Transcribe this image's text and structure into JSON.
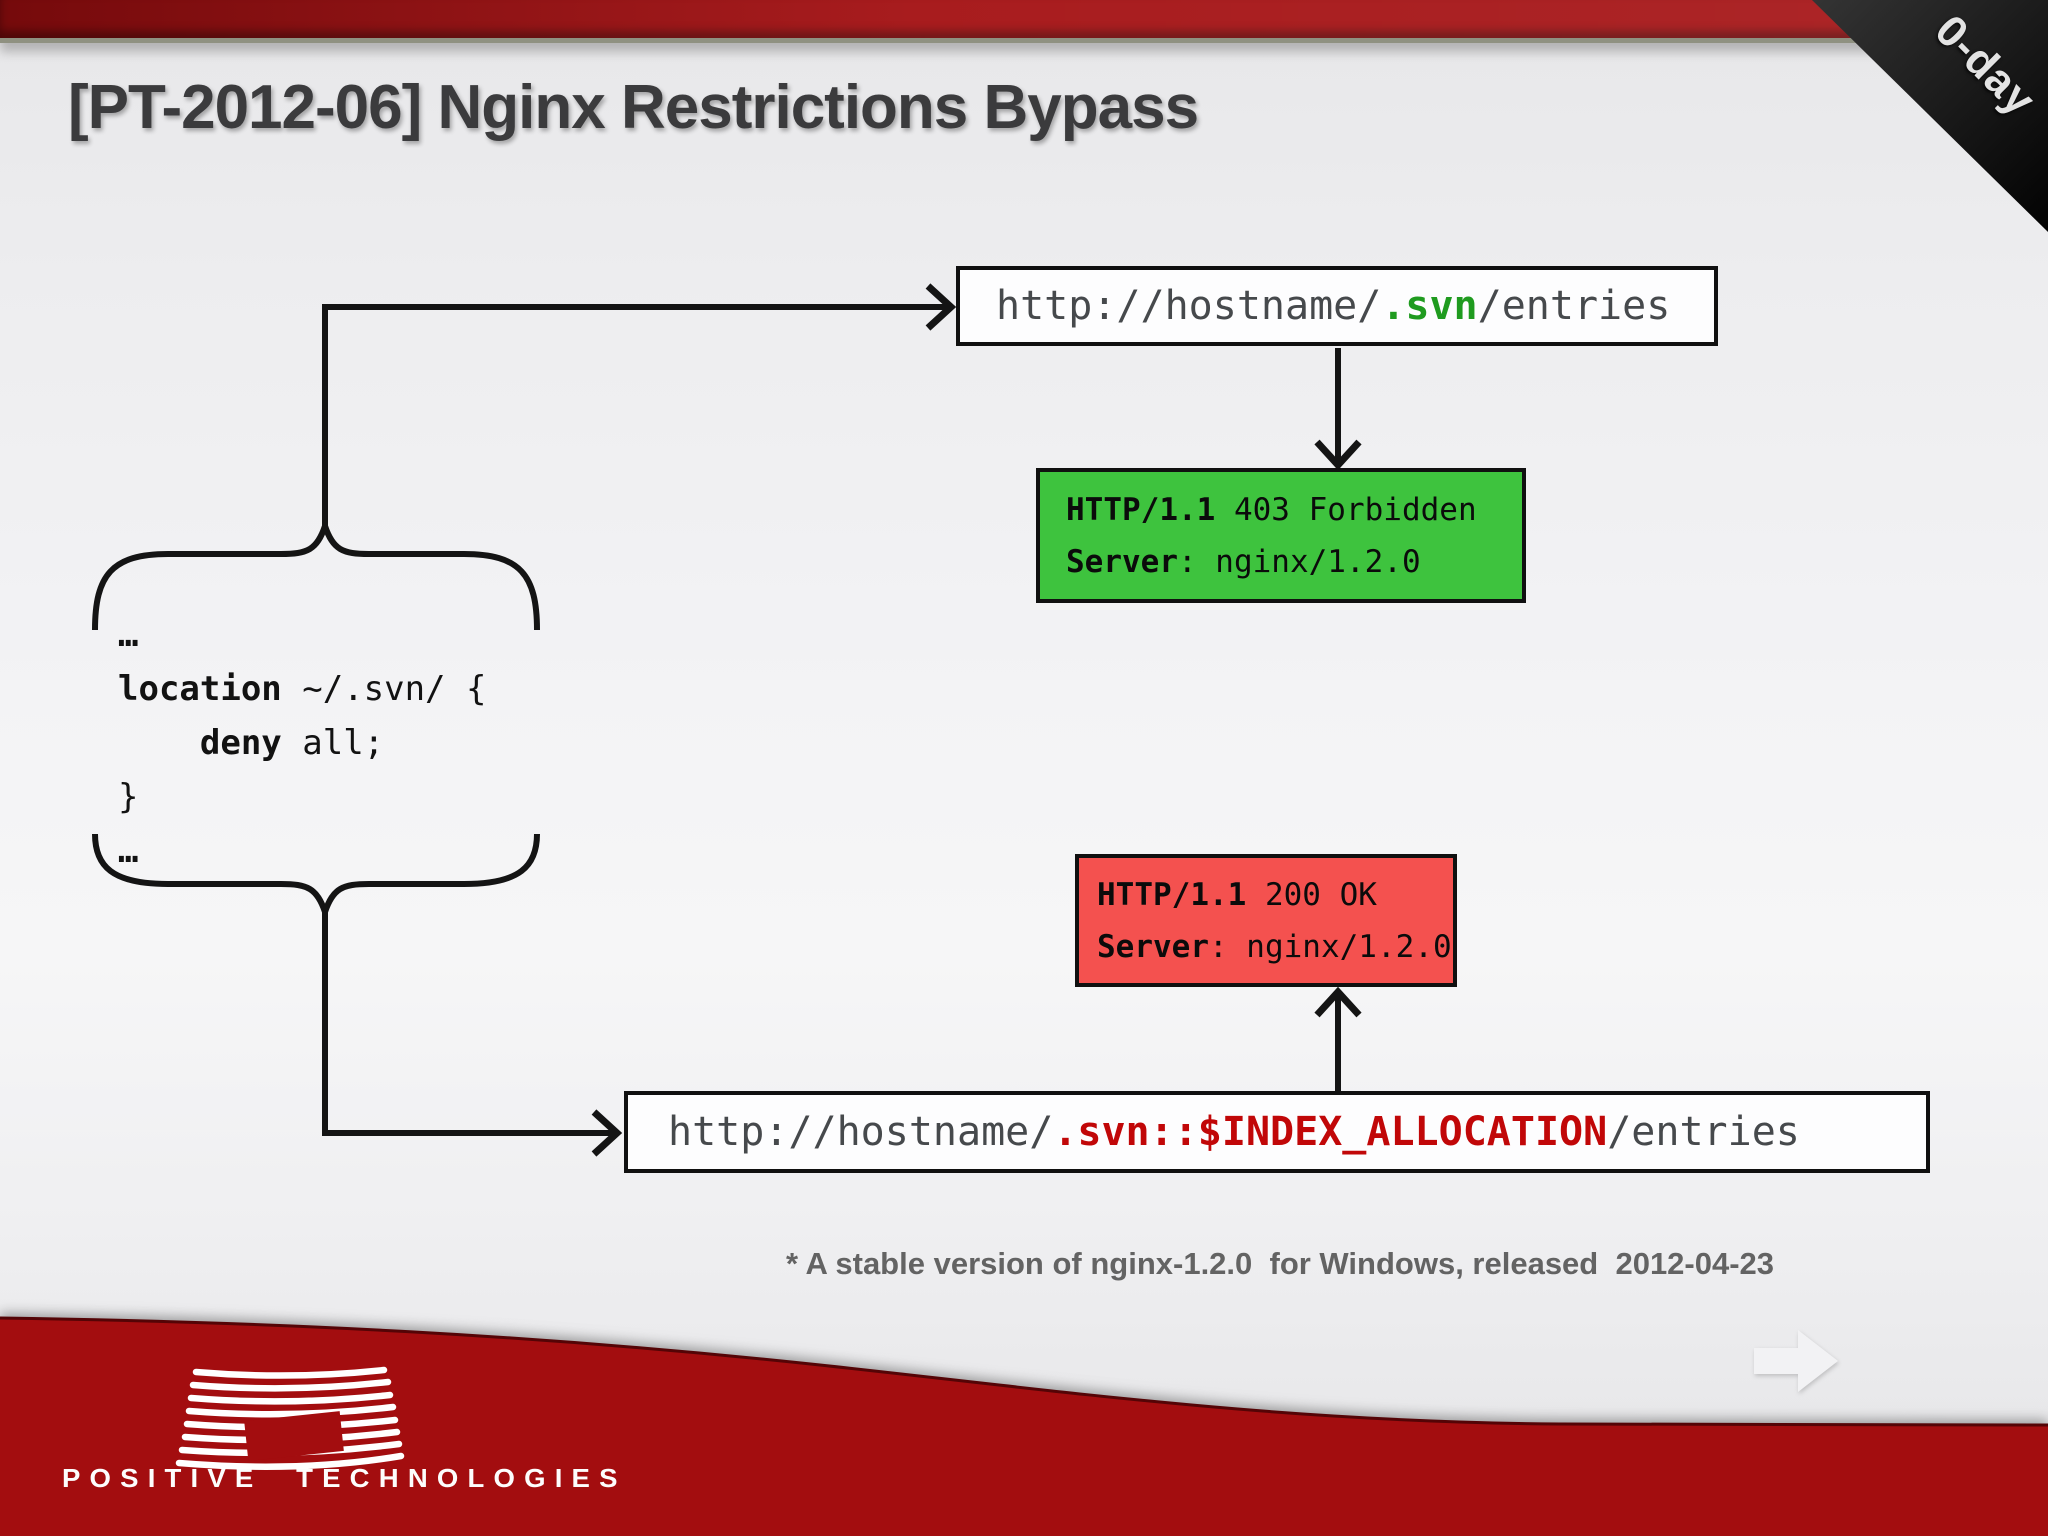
{
  "slide": {
    "title": "[PT-2012-06] Nginx Restrictions Bypass",
    "corner_ribbon": "0-day",
    "footnote": "* A stable version of nginx-1.2.0  for Windows, released  2012-04-23"
  },
  "colors": {
    "header_red": "#a30e10",
    "footer_red": "#a30d0f",
    "forbidden_green_fill": "#3ec33e",
    "ok_red_fill": "#f4514f",
    "svn_green_text": "#1f9b1f",
    "index_allocation_red_text": "#c10708",
    "url_gray_text": "#46494c"
  },
  "nginx_config": {
    "ellipsis_top": "…",
    "location_keyword": "location",
    "location_rest": " ~/.svn/ {",
    "deny_indent": "    ",
    "deny_keyword": "deny",
    "deny_rest": " all;",
    "closing_brace": "}",
    "ellipsis_bottom": "…"
  },
  "request_blocked": {
    "prefix": "http://hostname/",
    "highlight": ".svn",
    "suffix": "/entries"
  },
  "response_blocked": {
    "status_protocol": "HTTP/1.1",
    "status_rest": " 403 Forbidden",
    "server_label": "Server",
    "server_rest": ": nginx/1.2.0"
  },
  "request_bypass": {
    "prefix": "http://hostname/",
    "highlight": ".svn::$INDEX_ALLOCATION",
    "suffix": "/entries"
  },
  "response_bypass": {
    "status_protocol": "HTTP/1.1",
    "status_rest": " 200 OK",
    "server_label": "Server",
    "server_rest": ": nginx/1.2.0"
  },
  "footer": {
    "brand": "POSITIVE  TECHNOLOGIES"
  },
  "icons": {
    "next_slide": "forward-arrow-icon",
    "company_logo": "striped-flag-logo",
    "ribbon": "zero-day-corner-ribbon"
  }
}
